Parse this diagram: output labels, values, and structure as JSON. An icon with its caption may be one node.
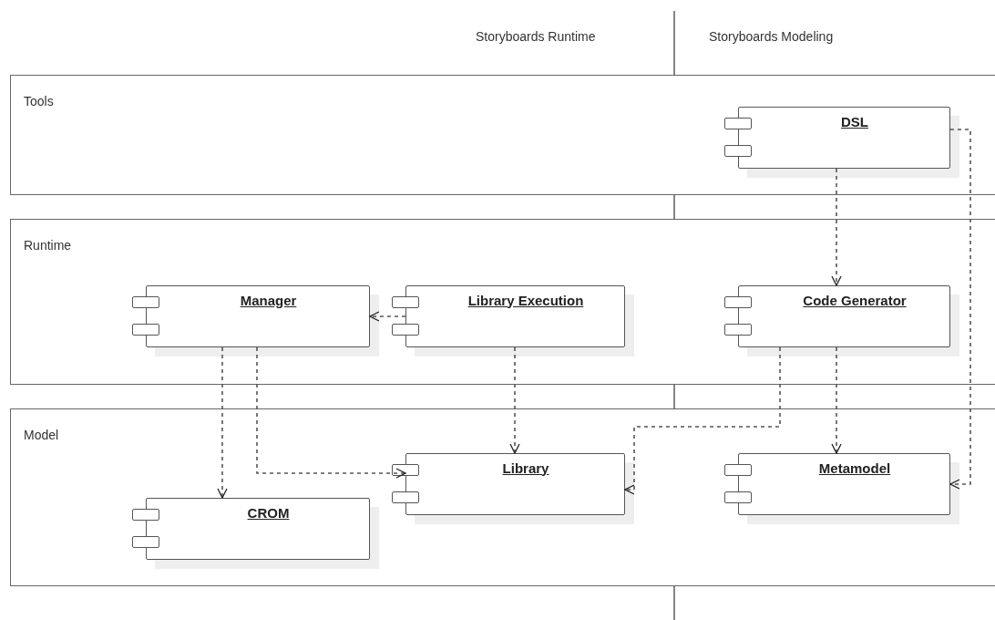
{
  "diagram": {
    "nodes": [
      {
        "text": [
          "Tools"
        ]
      },
      {
        "text": [
          "DSL"
        ],
        "in": 0
      },
      {
        "text": [
          "Runtime"
        ]
      },
      {
        "text": [
          "Manager"
        ],
        "in": 2
      },
      {
        "text": [
          "Library Execution"
        ],
        "in": 2
      },
      {
        "text": [
          "Code Generator"
        ],
        "in": 2
      },
      {
        "text": [
          "Model"
        ]
      },
      {
        "text": [
          "Library"
        ],
        "in": 6
      },
      {
        "text": [
          "Metamodel"
        ],
        "in": 6
      },
      {
        "text": [
          "CROM"
        ],
        "in": 6
      }
    ],
    "edges": [
      {
        "from": 1,
        "to": 5,
        "arrow": "to",
        "style": "dashed"
      },
      {
        "from": 1,
        "to": 8,
        "arrow": "to",
        "style": "dashed"
      },
      {
        "from": 5,
        "to": 8,
        "arrow": "to",
        "style": "dashed"
      },
      {
        "from": 5,
        "to": 7,
        "arrow": "to",
        "style": "dashed"
      },
      {
        "from": 4,
        "to": 3,
        "arrow": "to",
        "style": "dashed"
      },
      {
        "from": 4,
        "to": 7,
        "arrow": "to",
        "style": "dashed"
      },
      {
        "from": 3,
        "to": 9,
        "arrow": "to",
        "style": "dashed"
      },
      {
        "from": 3,
        "to": 7,
        "arrow": "to",
        "style": "dashed"
      }
    ],
    "labels": [
      "Storyboards Runtime",
      "Storyboards Modeling"
    ]
  }
}
